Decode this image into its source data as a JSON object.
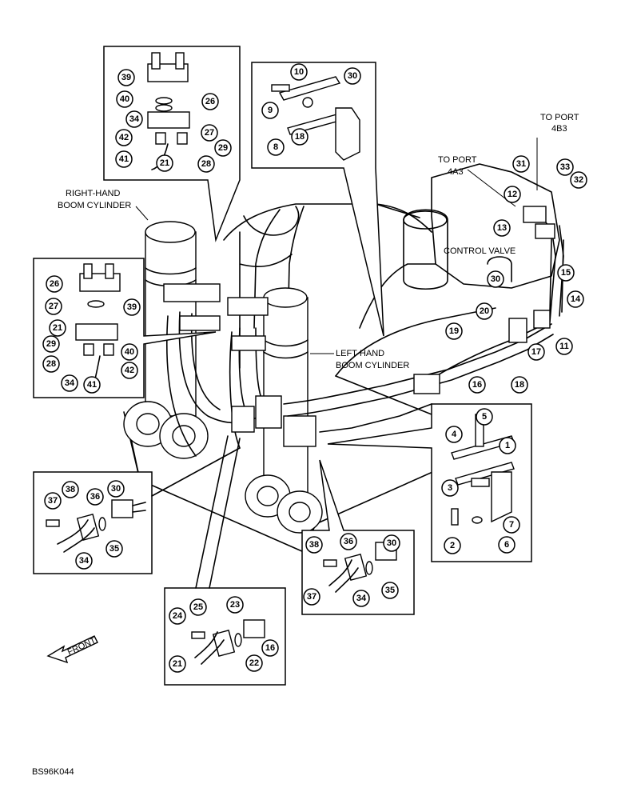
{
  "labels": {
    "right_boom": [
      "RIGHT-HAND",
      "BOOM CYLINDER"
    ],
    "left_boom": [
      "LEFT-HAND",
      "BOOM CYLINDER"
    ],
    "control_valve": "CONTROL VALVE",
    "to_port_4b3": [
      "TO PORT",
      "4B3"
    ],
    "to_port_4a3": [
      "TO PORT",
      "4A3"
    ],
    "front": "FRONT",
    "figure_code": "BS96K044"
  },
  "callouts": [
    "39",
    "40",
    "26",
    "34",
    "27",
    "42",
    "29",
    "41",
    "21",
    "28",
    "10",
    "30",
    "9",
    "18",
    "8",
    "31",
    "33",
    "32",
    "12",
    "13",
    "15",
    "14",
    "11",
    "30",
    "17",
    "18",
    "16",
    "20",
    "19",
    "26",
    "39",
    "27",
    "21",
    "29",
    "40",
    "28",
    "42",
    "34",
    "41",
    "37",
    "38",
    "36",
    "30",
    "35",
    "34",
    "5",
    "4",
    "1",
    "3",
    "7",
    "2",
    "6",
    "38",
    "36",
    "30",
    "37",
    "34",
    "35",
    "24",
    "25",
    "23",
    "21",
    "22",
    "16"
  ]
}
